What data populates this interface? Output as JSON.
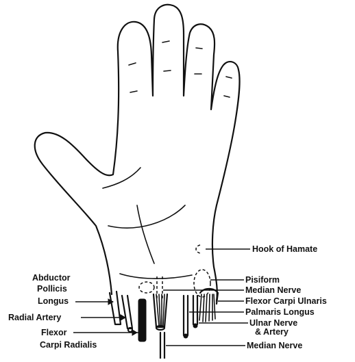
{
  "labels": {
    "hook_of_hamate": "Hook of Hamate",
    "pisiform": "Pisiform",
    "median_nerve_upper": "Median  Nerve",
    "flexor_carpi_ulnaris": "Flexor  Carpi Ulnaris",
    "palmaris_longus": "Palmaris Longus",
    "ulnar_nerve_line1": "Ulnar Nerve",
    "ulnar_nerve_line2": "& Artery",
    "median_nerve_lower": "Median Nerve",
    "abductor_line1": "Abductor",
    "abductor_line2": "Pollicis",
    "abductor_line3": "Longus",
    "radial_artery": "Radial Artery",
    "flexor_carpi_radialis_line1": "Flexor",
    "flexor_carpi_radialis_line2": "Carpi Radialis"
  }
}
